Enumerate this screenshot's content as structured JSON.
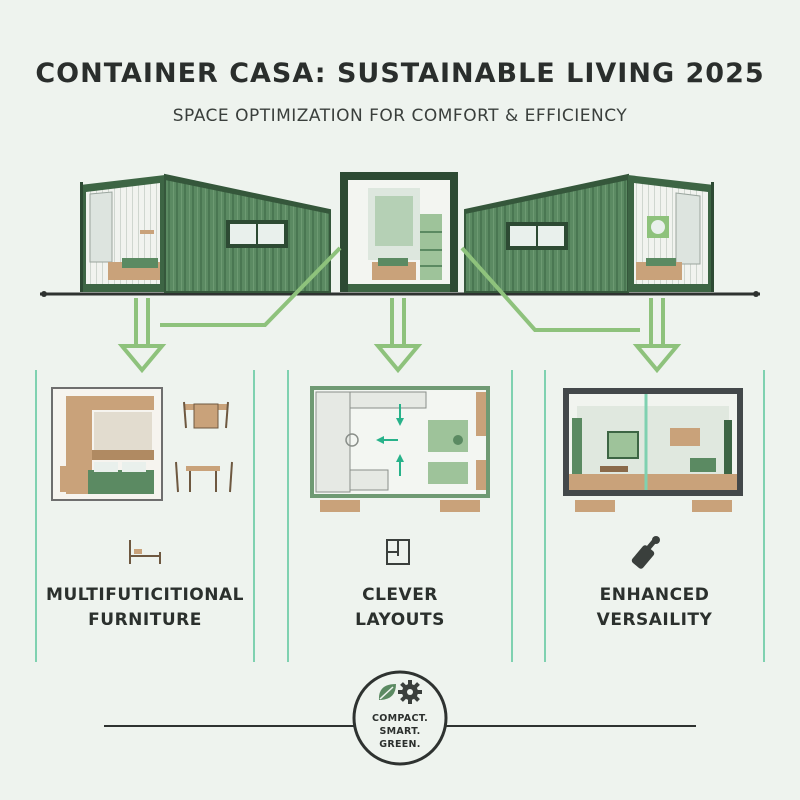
{
  "header": {
    "title": "CONTAINER CASA: SUSTAINABLE LIVING 2025",
    "subtitle": "SPACE OPTIMIZATION FOR COMFORT & EFFICIENCY"
  },
  "features": [
    {
      "line1": "MULTIFUTICITIONAL",
      "line2": "FURNITURE",
      "icon": "bed-icon"
    },
    {
      "line1": "CLEVER",
      "line2": "LAYOUTS",
      "icon": "floorplan-icon"
    },
    {
      "line1": "ENHANCED",
      "line2": "VERSAILITY",
      "icon": "multitool-icon"
    }
  ],
  "badge": {
    "lines": [
      "COMPACT.",
      "SMART.",
      "GREEN."
    ],
    "icons": [
      "leaf-icon",
      "gear-icon"
    ]
  },
  "colors": {
    "container_green": "#5b8a62",
    "container_dark": "#3d6544",
    "accent_light_green": "#8ec27c",
    "divider_teal": "#7fd1b0",
    "wood": "#c9a27a",
    "background": "#eef3ee"
  }
}
